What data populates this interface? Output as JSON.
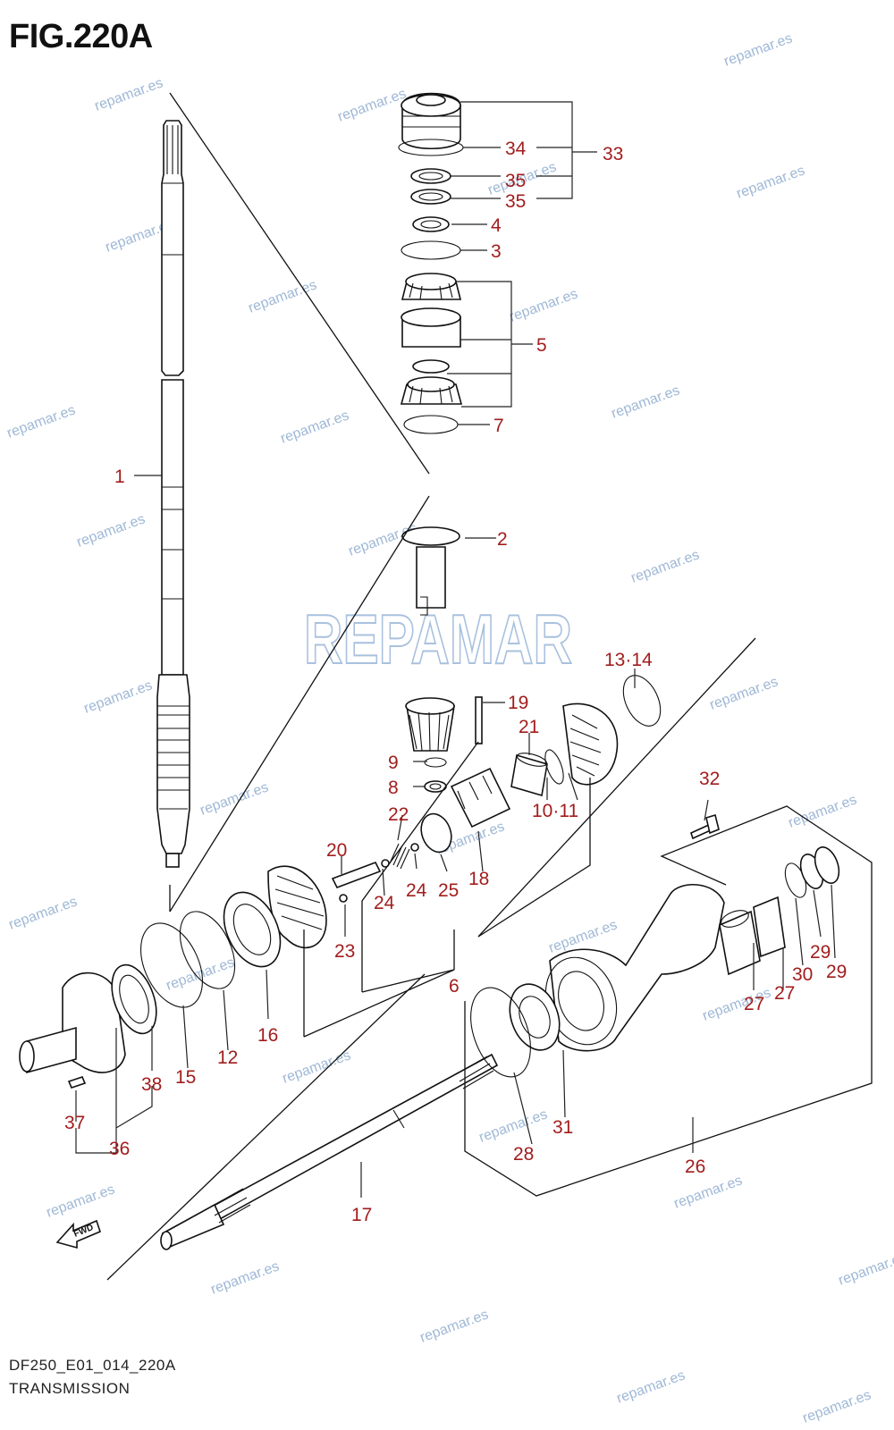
{
  "figure_title": "FIG.220A",
  "footer": {
    "code": "DF250_E01_014_220A",
    "name": "TRANSMISSION"
  },
  "fwd_label": "FWD",
  "watermark": {
    "text": "repamar.es",
    "logo_text": "REPAMAR"
  },
  "callouts": {
    "c1": "1",
    "c2": "2",
    "c3": "3",
    "c4": "4",
    "c5": "5",
    "c6": "6",
    "c7": "7",
    "c8": "8",
    "c9": "9",
    "c10_11": "10·11",
    "c12": "12",
    "c13_14": "13·14",
    "c15": "15",
    "c16": "16",
    "c17": "17",
    "c18": "18",
    "c19": "19",
    "c20": "20",
    "c21": "21",
    "c22": "22",
    "c23": "23",
    "c24": "24",
    "c25": "25",
    "c26": "26",
    "c27a": "27",
    "c27b": "27",
    "c28": "28",
    "c29a": "29",
    "c29b": "29",
    "c30": "30",
    "c31": "31",
    "c32": "32",
    "c33": "33",
    "c34": "34",
    "c35a": "35",
    "c35b": "35",
    "c36": "36",
    "c37": "37",
    "c38": "38"
  },
  "colors": {
    "callout": "#a21d1d",
    "watermark": "#9fb8d6",
    "line": "#111111"
  }
}
